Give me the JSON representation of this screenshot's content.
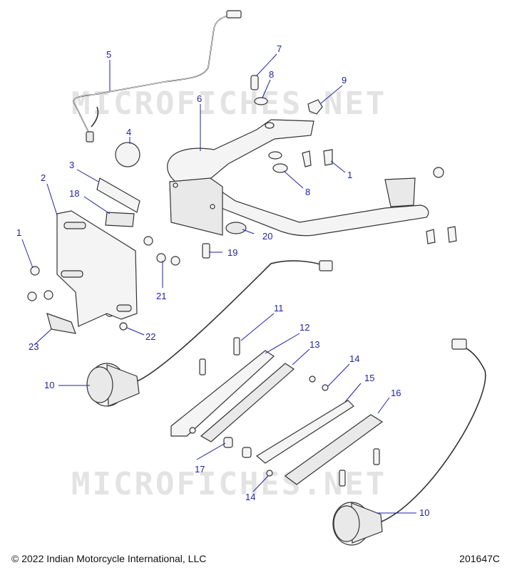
{
  "watermarks": [
    "MICROFICHES.NET",
    "MICROFICHES.NET"
  ],
  "callouts": [
    {
      "id": "c1a",
      "label": "1"
    },
    {
      "id": "c1b",
      "label": "1"
    },
    {
      "id": "c2",
      "label": "2"
    },
    {
      "id": "c3",
      "label": "3"
    },
    {
      "id": "c4",
      "label": "4"
    },
    {
      "id": "c5",
      "label": "5"
    },
    {
      "id": "c6",
      "label": "6"
    },
    {
      "id": "c7",
      "label": "7"
    },
    {
      "id": "c8a",
      "label": "8"
    },
    {
      "id": "c8b",
      "label": "8"
    },
    {
      "id": "c9",
      "label": "9"
    },
    {
      "id": "c10a",
      "label": "10"
    },
    {
      "id": "c10b",
      "label": "10"
    },
    {
      "id": "c11",
      "label": "11"
    },
    {
      "id": "c12",
      "label": "12"
    },
    {
      "id": "c13",
      "label": "13"
    },
    {
      "id": "c14a",
      "label": "14"
    },
    {
      "id": "c14b",
      "label": "14"
    },
    {
      "id": "c15",
      "label": "15"
    },
    {
      "id": "c16",
      "label": "16"
    },
    {
      "id": "c17",
      "label": "17"
    },
    {
      "id": "c18",
      "label": "18"
    },
    {
      "id": "c19",
      "label": "19"
    },
    {
      "id": "c20",
      "label": "20"
    },
    {
      "id": "c21",
      "label": "21"
    },
    {
      "id": "c22",
      "label": "22"
    },
    {
      "id": "c23",
      "label": "23"
    }
  ],
  "footer": {
    "copyright": "© 2022 Indian Motorcycle International, LLC",
    "figure_id": "201647C"
  },
  "colors": {
    "callout": "#1f1fa8",
    "line_art": "#333333",
    "watermark": "#e3e3e3"
  }
}
